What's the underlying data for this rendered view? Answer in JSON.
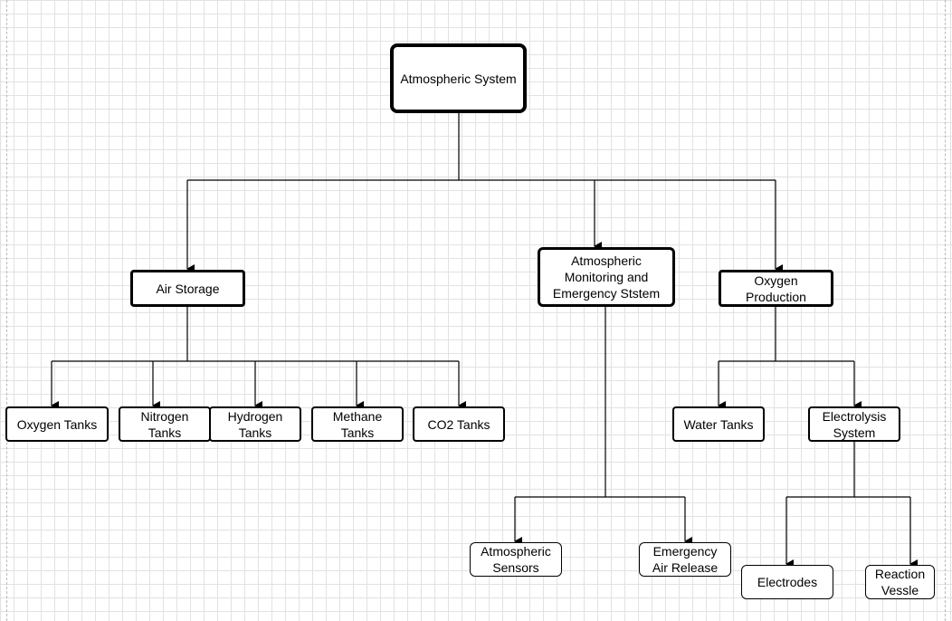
{
  "nodes": {
    "root": "Atmospheric System",
    "air_storage": "Air Storage",
    "monitoring": "Atmospheric Monitoring and Emergency Ststem",
    "oxygen_production": "Oxygen Production",
    "oxygen_tanks": "Oxygen Tanks",
    "nitrogen_tanks": "Nitrogen Tanks",
    "hydrogen_tanks": "Hydrogen Tanks",
    "methane_tanks": "Methane Tanks",
    "co2_tanks": "CO2 Tanks",
    "water_tanks": "Water Tanks",
    "electrolysis": "Electrolysis System",
    "atmospheric_sensors": "Atmospheric Sensors",
    "emergency_air_release": "Emergency Air Release",
    "electrodes": "Electrodes",
    "reaction_vessle": "Reaction Vessle"
  },
  "colors": {
    "line": "#000000",
    "grid": "#e2e2e2",
    "node_fill": "#ffffff"
  }
}
